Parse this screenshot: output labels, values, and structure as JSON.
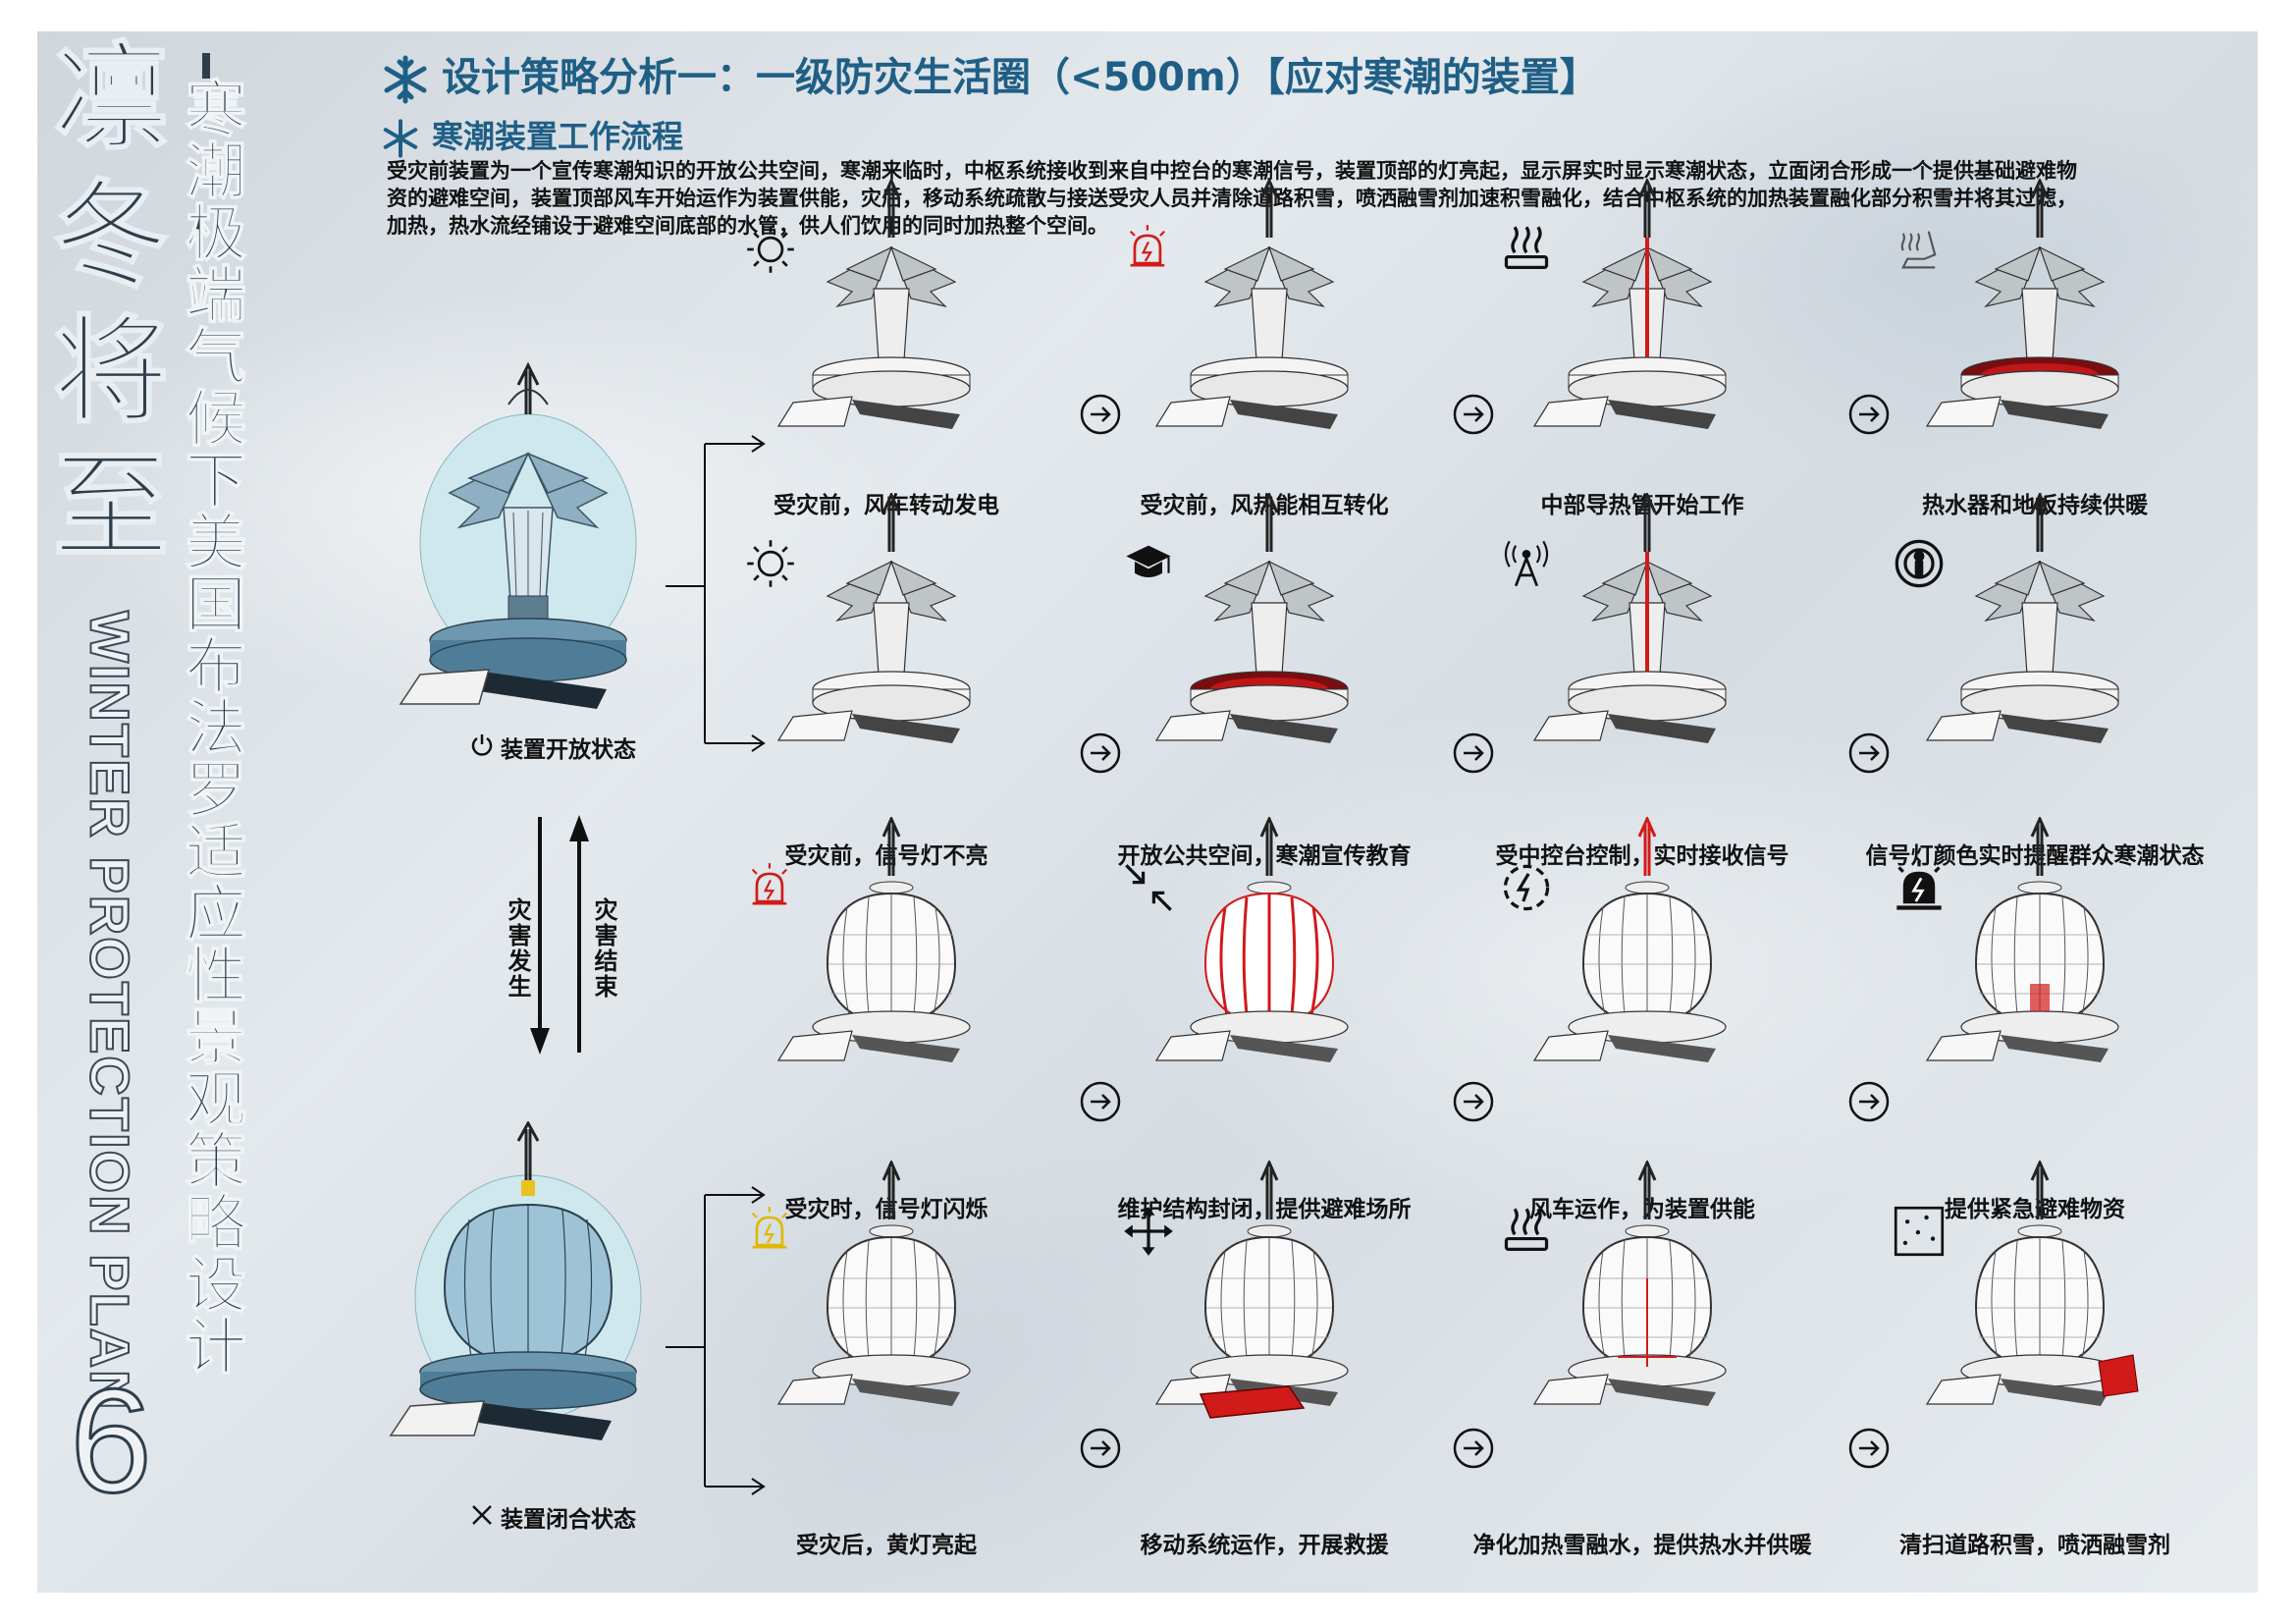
{
  "title": {
    "chars": [
      "凛",
      "冬",
      "将",
      "至"
    ],
    "english": "WINTER PROTECTION PLAN",
    "page_number": "6",
    "subtitle": [
      "寒",
      "潮",
      "极",
      "端",
      "气",
      "候",
      "下",
      "美",
      "国",
      "布",
      "法",
      "罗",
      "适",
      "应",
      "性",
      "景",
      "观",
      "策",
      "略",
      "设",
      "计"
    ]
  },
  "header": {
    "heading": "设计策略分析一：一级防灾生活圈（<500m）【应对寒潮的装置】",
    "subheading": "寒潮装置工作流程",
    "intro": "受灾前装置为一个宣传寒潮知识的开放公共空间，寒潮来临时，中枢系统接收到来自中控台的寒潮信号，装置顶部的灯亮起，显示屏实时显示寒潮状态，立面闭合形成一个提供基础避难物资的避难空间，装置顶部风车开始运作为装置供能，灾后，移动系统疏散与接送受灾人员并清除道路积雪，喷洒融雪剂加速积雪融化，结合中枢系统的加热装置融化部分积雪并将其过滤，加热，热水流经铺设于避难空间底部的水管，供人们饮用的同时加热整个空间。"
  },
  "states": {
    "open": "装置开放状态",
    "closed": "装置闭合状态",
    "disaster_start": "灾害发生",
    "disaster_end": "灾害结束"
  },
  "rows": [
    {
      "steps": [
        {
          "caption": "受灾前，风车转动发电",
          "icon": "sun-icon"
        },
        {
          "caption": "受灾前，风热能相互转化",
          "icon": "alarm-off-icon"
        },
        {
          "caption": "中部导热管开始工作",
          "icon": "heater-icon"
        },
        {
          "caption": "热水器和地板持续供暖",
          "icon": "seat-heat-icon"
        }
      ]
    },
    {
      "steps": [
        {
          "caption": "受灾前，信号灯不亮",
          "icon": "sun-icon"
        },
        {
          "caption": "开放公共空间，寒潮宣传教育",
          "icon": "graduation-cap-icon"
        },
        {
          "caption": "受中控台控制，实时接收信号",
          "icon": "antenna-icon"
        },
        {
          "caption": "信号灯颜色实时提醒群众寒潮状态",
          "icon": "broadcast-icon"
        }
      ]
    },
    {
      "steps": [
        {
          "caption": "受灾时，信号灯闪烁",
          "icon": "alarm-red-icon"
        },
        {
          "caption": "维护结构封闭，提供避难场所",
          "icon": "shrink-icon"
        },
        {
          "caption": "风车运作，为装置供能",
          "icon": "power-cycle-icon"
        },
        {
          "caption": "提供紧急避难物资",
          "icon": "alarm-black-icon"
        }
      ]
    },
    {
      "steps": [
        {
          "caption": "受灾后，黄灯亮起",
          "icon": "alarm-yellow-icon"
        },
        {
          "caption": "移动系统运作，开展救援",
          "icon": "move-icon"
        },
        {
          "caption": "净化加热雪融水，提供热水并供暖",
          "icon": "heater-icon"
        },
        {
          "caption": "清扫道路积雪，喷洒融雪剂",
          "icon": "snow-board-icon"
        }
      ]
    }
  ],
  "colors": {
    "accent": "#1f5f86",
    "title": "#2f3e4c",
    "alert": "#d11a1a",
    "warn": "#e0b800",
    "signal": "#2457d6"
  }
}
